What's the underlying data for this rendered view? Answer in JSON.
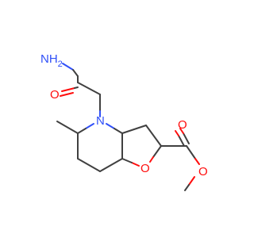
{
  "molecule": {
    "atoms": {
      "amide_n": "NH",
      "amide_n_h2": "2",
      "amide_o": "O",
      "ring_n": "N",
      "ring_o": "O",
      "ester_carbonyl_o": "O",
      "ester_o": "O"
    },
    "colors": {
      "carbon_bond": "#404040",
      "nitrogen": "#3050f8",
      "oxygen": "#ff0d0d",
      "background": "#ffffff"
    }
  }
}
